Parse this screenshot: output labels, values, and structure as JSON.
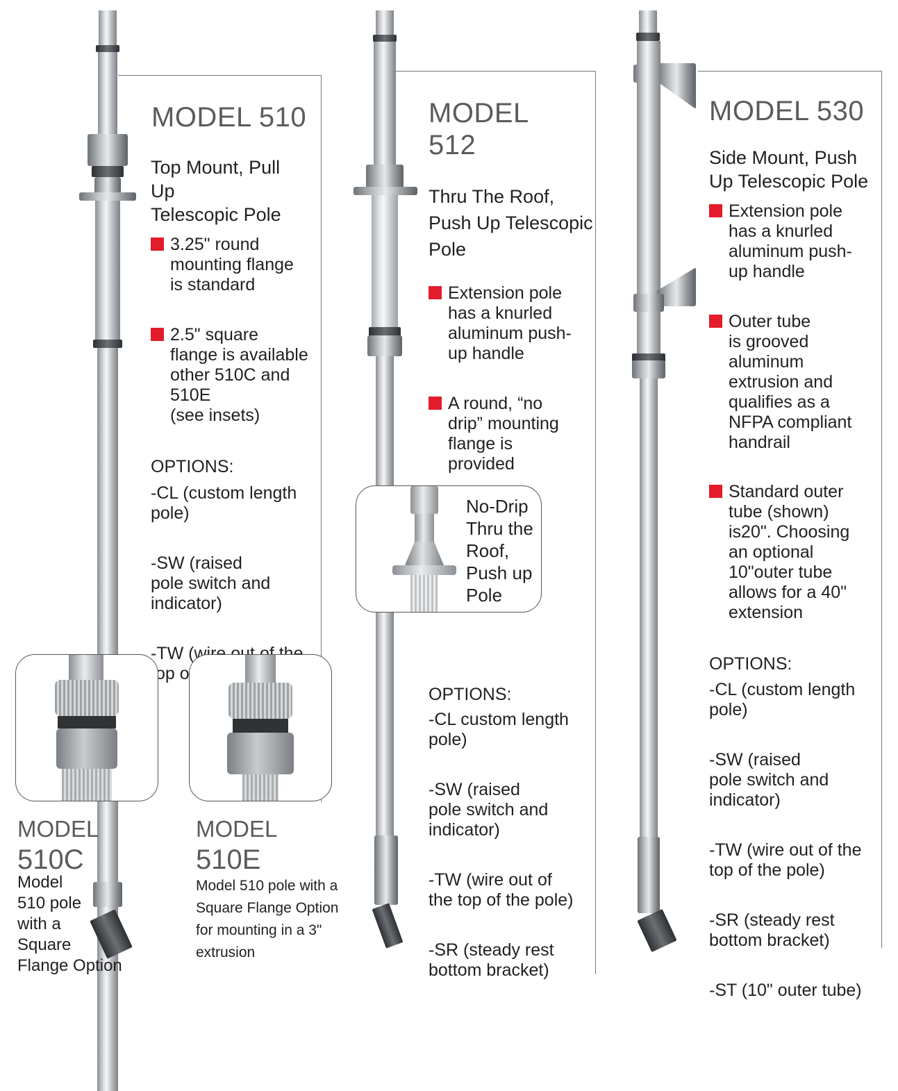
{
  "model510": {
    "title": "MODEL 510",
    "subtitle_lines": [
      "Top Mount, Pull",
      "Up",
      "Telescopic Pole"
    ],
    "bullets": [
      [
        "3.25\" round",
        "mounting flange",
        "is standard"
      ],
      [
        "2.5\" square",
        "flange is available",
        "other 510C and",
        "510E",
        "(see insets)"
      ]
    ],
    "options_label": "OPTIONS:",
    "options": [
      [
        "-CL (custom length",
        "pole)"
      ],
      [
        "-SW (raised",
        "pole switch and",
        "indicator)"
      ],
      [
        "-TW (wire out of the",
        "top of the pole)"
      ]
    ]
  },
  "model512": {
    "title_lines": [
      "MODEL",
      "512"
    ],
    "subtitle_lines": [
      "Thru The Roof,",
      "Push Up Telescopic",
      "Pole"
    ],
    "bullets": [
      [
        "Extension pole",
        "has a knurled",
        "aluminum push-",
        "up handle"
      ],
      [
        "A round, “no",
        "drip” mounting",
        "flange is",
        "provided"
      ]
    ],
    "inset_lines": [
      "No-Drip",
      "Thru the",
      "Roof,",
      "Push up",
      "Pole"
    ],
    "options_label": "OPTIONS:",
    "options": [
      [
        "-CL custom length",
        "pole)"
      ],
      [
        "-SW (raised",
        "pole switch and",
        "indicator)"
      ],
      [
        "-TW (wire out of",
        "the top of the pole)"
      ],
      [
        "-SR (steady rest",
        "bottom bracket)"
      ]
    ]
  },
  "model530": {
    "title": "MODEL 530",
    "subtitle_lines": [
      "Side Mount, Push",
      "Up Telescopic Pole"
    ],
    "bullets": [
      [
        "Extension pole",
        "has a knurled",
        "aluminum push-",
        "up handle"
      ],
      [
        "Outer tube",
        "is grooved",
        "aluminum",
        "extrusion and",
        "qualifies as a",
        "NFPA compliant",
        "handrail"
      ],
      [
        "Standard outer",
        "tube (shown)",
        "is20\". Choosing",
        "an optional",
        "10\"outer tube",
        "allows for a 40\"",
        "extension"
      ]
    ],
    "options_label": "OPTIONS:",
    "options": [
      [
        "-CL (custom length",
        "pole)"
      ],
      [
        "-SW (raised",
        "pole switch and",
        "indicator)"
      ],
      [
        "-TW (wire out of the",
        "top of the pole)"
      ],
      [
        "-SR (steady rest",
        "bottom bracket)"
      ],
      [
        "-ST (10\" outer tube)"
      ]
    ]
  },
  "model510c": {
    "label": "MODEL",
    "model": "510C",
    "desc_lines": [
      "Model",
      "510 pole",
      "with a",
      "Square",
      "Flange Option"
    ]
  },
  "model510e": {
    "label": "MODEL",
    "model": "510E",
    "desc_lines": [
      "Model 510 pole with a",
      "Square Flange Option",
      "for mounting in a 3\"",
      "extrusion"
    ]
  },
  "colors": {
    "bullet": "#e21c2a",
    "title": "#5a5b5d",
    "text": "#231f20"
  }
}
